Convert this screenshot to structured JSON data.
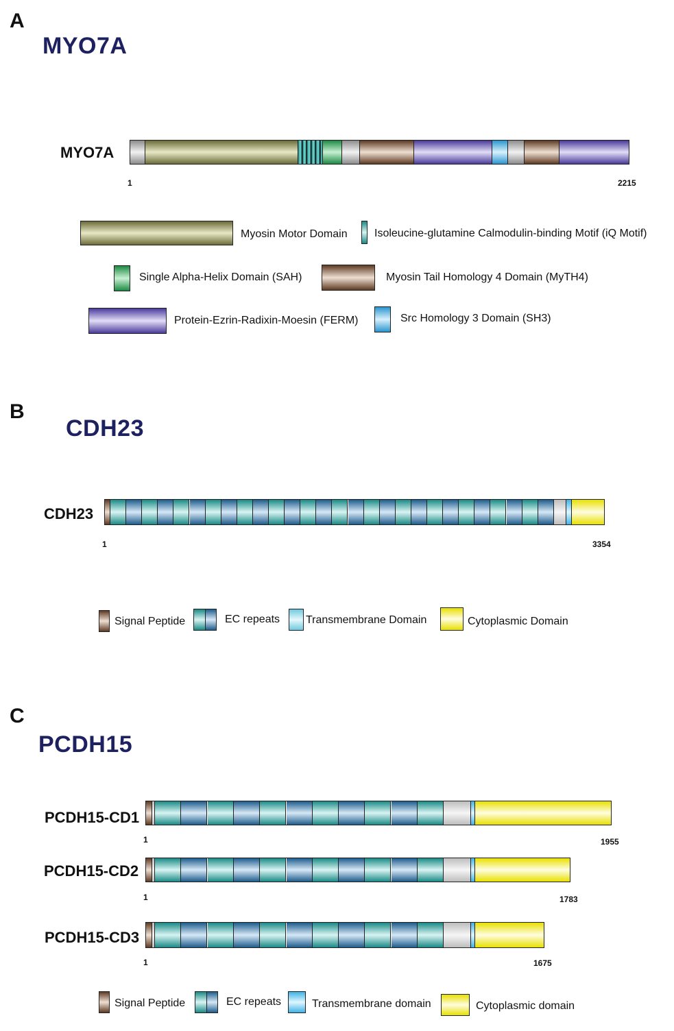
{
  "panels": {
    "a": {
      "letter": "A",
      "title": "MYO7A",
      "row_label": "MYO7A",
      "start": "1",
      "end": "2215",
      "legend": {
        "motor": "Myosin Motor Domain",
        "iq": "Isoleucine-glutamine Calmodulin-binding Motif (iQ Motif)",
        "sah": "Single Alpha-Helix Domain (SAH)",
        "myth4": "Myosin Tail Homology 4 Domain (MyTH4)",
        "ferm": "Protein-Ezrin-Radixin-Moesin (FERM)",
        "sh3": "Src Homology 3 Domain (SH3)"
      }
    },
    "b": {
      "letter": "B",
      "title": "CDH23",
      "row_label": "CDH23",
      "start": "1",
      "end": "3354",
      "legend": {
        "signal": "Signal Peptide",
        "ec": "EC repeats",
        "tm": "Transmembrane Domain",
        "cyto": "Cytoplasmic Domain"
      }
    },
    "c": {
      "letter": "C",
      "title": "PCDH15",
      "rows": [
        {
          "label": "PCDH15-CD1",
          "start": "1",
          "end": "1955"
        },
        {
          "label": "PCDH15-CD2",
          "start": "1",
          "end": "1783"
        },
        {
          "label": "PCDH15-CD3",
          "start": "1",
          "end": "1675"
        }
      ],
      "legend": {
        "signal": "Signal Peptide",
        "ec": "EC repeats",
        "tm": "Transmembrane domain",
        "cyto": "Cytoplasmic domain"
      }
    }
  },
  "colors": {
    "title": "#1e2160",
    "motor": "#6b6b3a",
    "iq": "#1a8a86",
    "sah": "#1e8a43",
    "myth4": "#5e3a22",
    "ferm": "#4a3a9a",
    "sh3": "#2b95cf",
    "ec_teal": "#1a8a86",
    "ec_blue": "#1e5c8c",
    "cyto": "#e8e000",
    "linker": "#bdbdbd"
  }
}
